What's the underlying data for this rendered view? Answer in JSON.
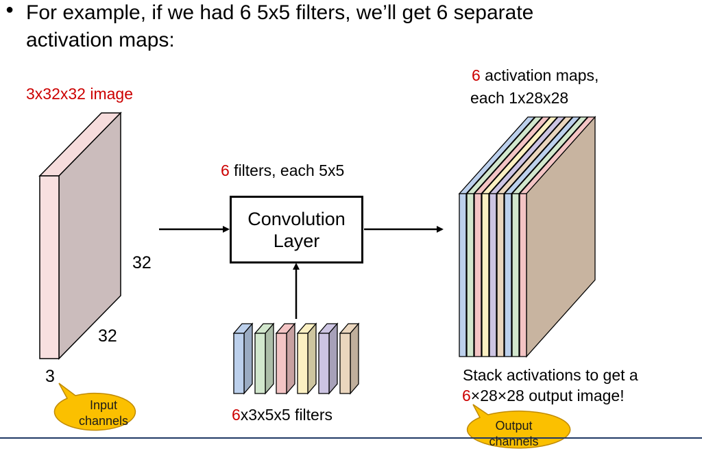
{
  "bullet": {
    "line1": "For example, if we had 6 5x5 filters, we’ll get 6 separate",
    "line2": "activation maps:"
  },
  "input": {
    "title": "3x32x32 image",
    "height_label": "32",
    "width_label": "32",
    "depth_label": "3",
    "callout_line1": "Input",
    "callout_line2": "channels"
  },
  "filters_label": {
    "count": "6",
    "rest": " filters, each 5x5"
  },
  "conv": {
    "line1": "Convolution",
    "line2": "Layer"
  },
  "filter_bank": {
    "count": "6",
    "rest": "x3x5x5 filters",
    "colors": [
      "#bcd0ec",
      "#d2e7cd",
      "#f3c4c4",
      "#fbf0c2",
      "#ccc4e2",
      "#ead6be"
    ]
  },
  "output": {
    "title_count": "6",
    "title_rest": " activation maps,",
    "title_line2": "each 1x28x28",
    "stack_line1": "Stack activations to get a",
    "stack_count": "6",
    "stack_rest": "×28×28 output image!",
    "callout_line1": "Output",
    "callout_line2": "channels",
    "colors": [
      "#bcd0ec",
      "#d2e7cd",
      "#f3c4c4",
      "#fbf0c2",
      "#ccc4e2",
      "#ead6be"
    ]
  },
  "colors": {
    "accent_red": "#cc0000",
    "callout_fill": "#fbc000",
    "callout_stroke": "#c08a00",
    "divider": "#1f3864"
  }
}
